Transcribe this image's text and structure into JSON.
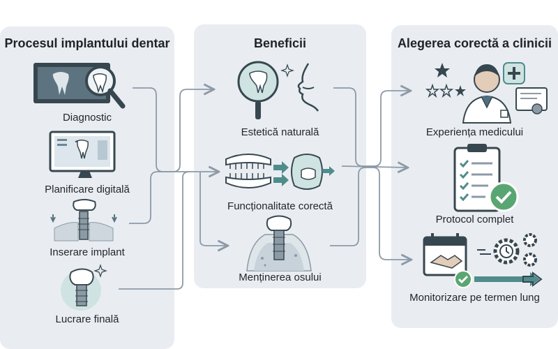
{
  "panels": {
    "process": {
      "title": "Procesul implantului dentar",
      "steps": [
        "Diagnostic",
        "Planificare digitală",
        "Inserare implant",
        "Lucrare finală"
      ]
    },
    "benefits": {
      "title": "Beneficii",
      "items": [
        "Estetică naturală",
        "Funcționalitate corectă",
        "Menținerea osului"
      ]
    },
    "clinic": {
      "title": "Alegerea corectă a clinicii",
      "items": [
        "Experiența medicului",
        "Protocol complet",
        "Monitorizare pe termen lung"
      ]
    }
  },
  "colors": {
    "panel_bg": "#e9edf2",
    "line": "#8c9aa6",
    "teal": "#4f8c8a",
    "green": "#5aa672",
    "dark": "#37474f",
    "tooth": "#ffffff"
  },
  "icons": [
    "xray-magnifier-icon",
    "monitor-tooth-icon",
    "implant-insertion-icon",
    "implant-crown-icon",
    "mirror-smile-icon",
    "chewing-jaw-icon",
    "bone-implant-icon",
    "doctor-rating-icon",
    "clipboard-checklist-icon",
    "handshake-gears-icon"
  ]
}
